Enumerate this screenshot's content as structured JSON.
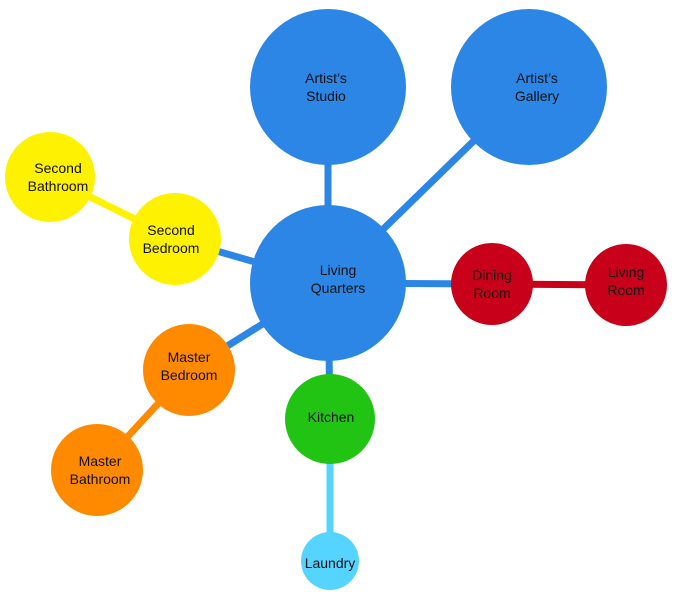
{
  "diagram": {
    "title": "Bubble map of house rooms",
    "nodes": [
      {
        "id": "living-quarters",
        "lines": [
          "Living",
          "Quarters"
        ],
        "color": "#2B86E5"
      },
      {
        "id": "artists-studio",
        "lines": [
          "Artist’s",
          "Studio"
        ],
        "color": "#2B86E5"
      },
      {
        "id": "artists-gallery",
        "lines": [
          "Artist’s",
          "Gallery"
        ],
        "color": "#2B86E5"
      },
      {
        "id": "second-bedroom",
        "lines": [
          "Second",
          "Bedroom"
        ],
        "color": "#FFF200"
      },
      {
        "id": "second-bathroom",
        "lines": [
          "Second",
          "Bathroom"
        ],
        "color": "#FFF200"
      },
      {
        "id": "dining-room",
        "lines": [
          "Dining",
          "Room"
        ],
        "color": "#C8001A"
      },
      {
        "id": "living-room",
        "lines": [
          "Living",
          "Room"
        ],
        "color": "#C8001A"
      },
      {
        "id": "master-bedroom",
        "lines": [
          "Master",
          "Bedroom"
        ],
        "color": "#FF8A00"
      },
      {
        "id": "master-bathroom",
        "lines": [
          "Master",
          "Bathroom"
        ],
        "color": "#FF8A00"
      },
      {
        "id": "kitchen",
        "lines": [
          "Kitchen"
        ],
        "color": "#22C414"
      },
      {
        "id": "laundry",
        "lines": [
          "Laundry"
        ],
        "color": "#55D4FF"
      }
    ],
    "edges": [
      {
        "from": "living-quarters",
        "to": "artists-studio",
        "color": "#2B86E5"
      },
      {
        "from": "living-quarters",
        "to": "artists-gallery",
        "color": "#2B86E5"
      },
      {
        "from": "living-quarters",
        "to": "second-bedroom",
        "color": "#2B86E5"
      },
      {
        "from": "living-quarters",
        "to": "dining-room",
        "color": "#2B86E5"
      },
      {
        "from": "living-quarters",
        "to": "master-bedroom",
        "color": "#2B86E5"
      },
      {
        "from": "living-quarters",
        "to": "kitchen",
        "color": "#2B86E5"
      },
      {
        "from": "second-bedroom",
        "to": "second-bathroom",
        "color": "#FFF200"
      },
      {
        "from": "dining-room",
        "to": "living-room",
        "color": "#C8001A"
      },
      {
        "from": "master-bedroom",
        "to": "master-bathroom",
        "color": "#FF8A00"
      },
      {
        "from": "kitchen",
        "to": "laundry",
        "color": "#55D4FF"
      }
    ]
  }
}
